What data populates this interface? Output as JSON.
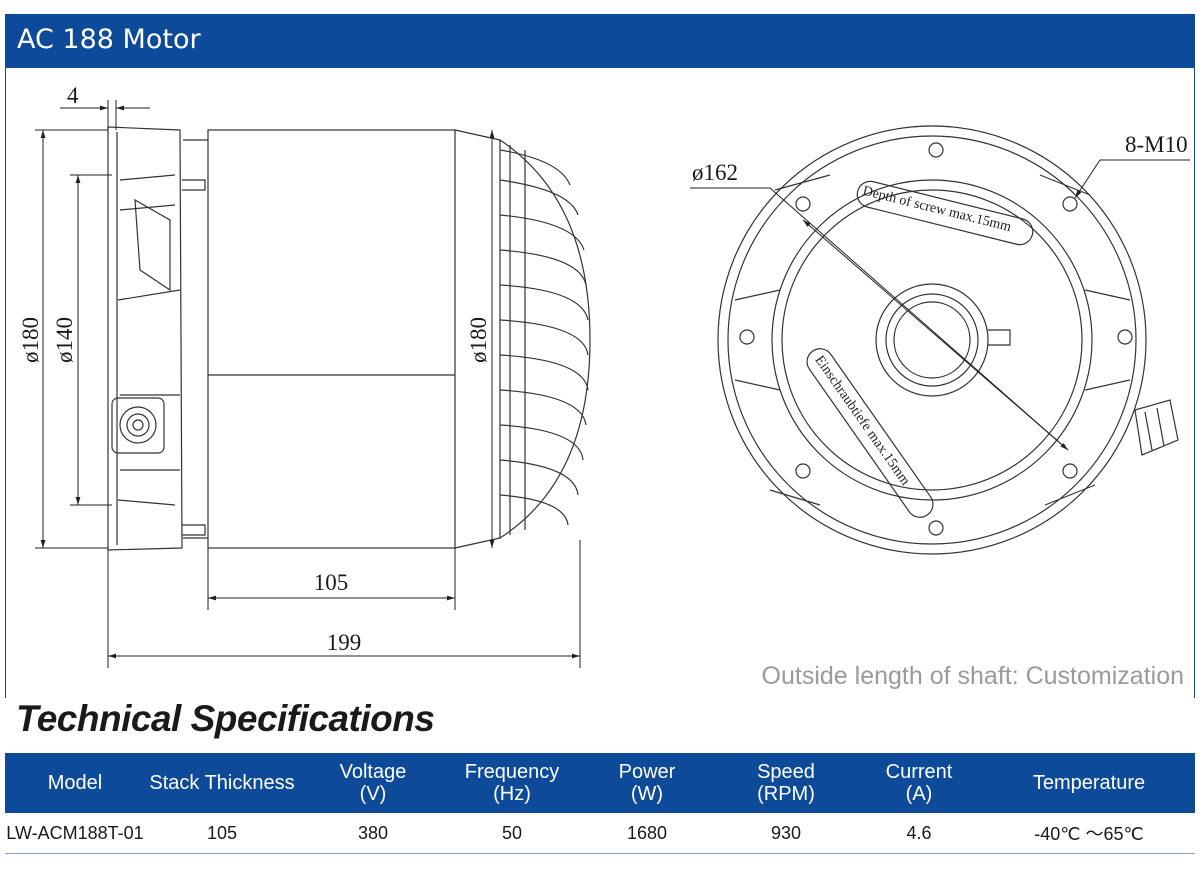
{
  "header": {
    "title": "AC 188 Motor"
  },
  "drawing": {
    "side_view": {
      "dim_flange": "4",
      "dim_outer_dia": "ø180",
      "dim_inner_dia": "ø140",
      "dim_fin_dia": "ø180",
      "dim_body_length": "105",
      "dim_total_length": "199"
    },
    "front_view": {
      "dim_bolt_circle": "ø162",
      "dim_screws": "8-M10",
      "label_depth_en": "Depth of screw max.15mm",
      "label_depth_de": "Einschraubtiefe max.15mm"
    },
    "note": "Outside length of shaft: Customization"
  },
  "specs": {
    "title": "Technical Specifications",
    "columns": [
      {
        "label": "Model",
        "unit": ""
      },
      {
        "label": "Stack Thickness",
        "unit": ""
      },
      {
        "label": "Voltage",
        "unit": "(V)"
      },
      {
        "label": "Frequency",
        "unit": "(Hz)"
      },
      {
        "label": "Power",
        "unit": "(W)"
      },
      {
        "label": "Speed",
        "unit": "(RPM)"
      },
      {
        "label": "Current",
        "unit": "(A)"
      },
      {
        "label": "Temperature",
        "unit": ""
      }
    ],
    "rows": [
      [
        "LW-ACM188T-01",
        "105",
        "380",
        "50",
        "1680",
        "930",
        "4.6",
        "-40℃ ～65℃"
      ]
    ]
  },
  "colors": {
    "brand": "#0d4a9a",
    "note": "#9a9a9a"
  }
}
